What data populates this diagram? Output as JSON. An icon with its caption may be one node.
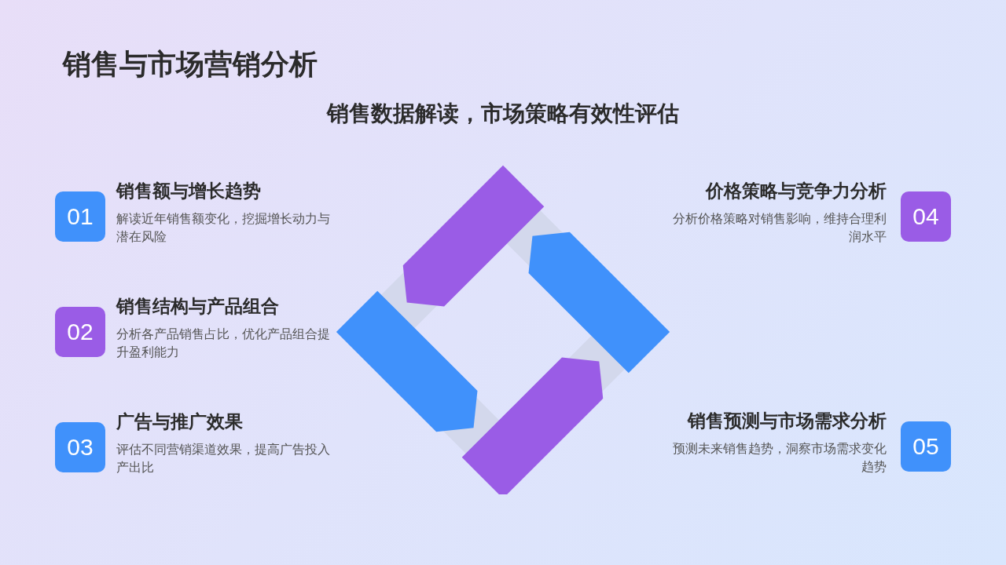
{
  "diagram": {
    "title": "销售与市场营销分析",
    "nodes": [
      {
        "text": [
          "01"
        ],
        "beside": [
          "销售额与增长趋势",
          "解读近年销售额变化，挖掘增长动力与潜在风险"
        ]
      },
      {
        "text": [
          "02"
        ],
        "beside": [
          "销售结构与产品组合",
          "分析各产品销售占比，优化产品组合提升盈利能力"
        ]
      },
      {
        "text": [
          "03"
        ],
        "beside": [
          "广告与推广效果",
          "评估不同营销渠道效果，提高广告投入产出比"
        ]
      },
      {
        "text": [
          "04"
        ],
        "beside": [
          "价格策略与竞争力分析",
          "分析价格策略对销售影响，维持合理利润水平"
        ]
      },
      {
        "text": [
          "05"
        ],
        "beside": [
          "销售预测与市场需求分析",
          "预测未来销售趋势，洞察市场需求变化趋势"
        ]
      }
    ],
    "edges": [],
    "labels": [
      "销售数据解读，市场策略有效性评估"
    ]
  }
}
